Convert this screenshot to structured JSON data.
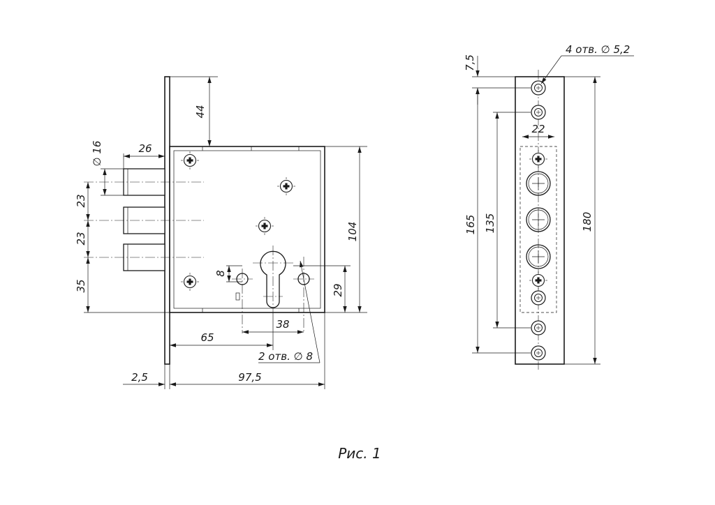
{
  "caption": "Рис. 1",
  "front_view": {
    "dims": {
      "top_offset": "44",
      "bolt_diameter": "∅ 16",
      "bolt_length": "26",
      "bolt_pitch_1": "23",
      "bolt_pitch_2": "23",
      "bottom_bolt_offset": "35",
      "body_height": "104",
      "hole_dia_small": "8",
      "cylinder_offset": "29",
      "hole_spacing": "38",
      "backset": "65",
      "holes_note": "2 отв. ∅ 8",
      "plate_thickness": "2,5",
      "total_width": "97,5"
    }
  },
  "side_view": {
    "dims": {
      "top_hole_offset": "7,5",
      "mount_holes_note": "4 отв. ∅ 5,2",
      "plate_width": "22",
      "outer_hole_spacing": "165",
      "inner_hole_spacing": "135",
      "plate_height": "180"
    }
  }
}
